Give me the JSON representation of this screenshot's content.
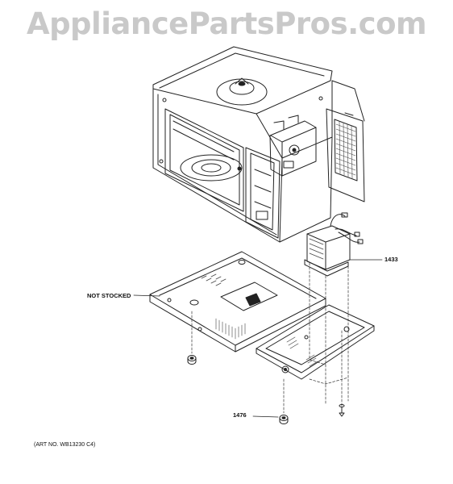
{
  "watermark": "AppliancePartsPros.com",
  "callouts": {
    "not_stocked": "NOT STOCKED",
    "part_1433": "1433",
    "part_1476": "1476"
  },
  "art_number": "(ART NO. WB13230 C4)",
  "colors": {
    "line": "#222222",
    "watermark": "#c9c9c9",
    "background": "#ffffff"
  }
}
